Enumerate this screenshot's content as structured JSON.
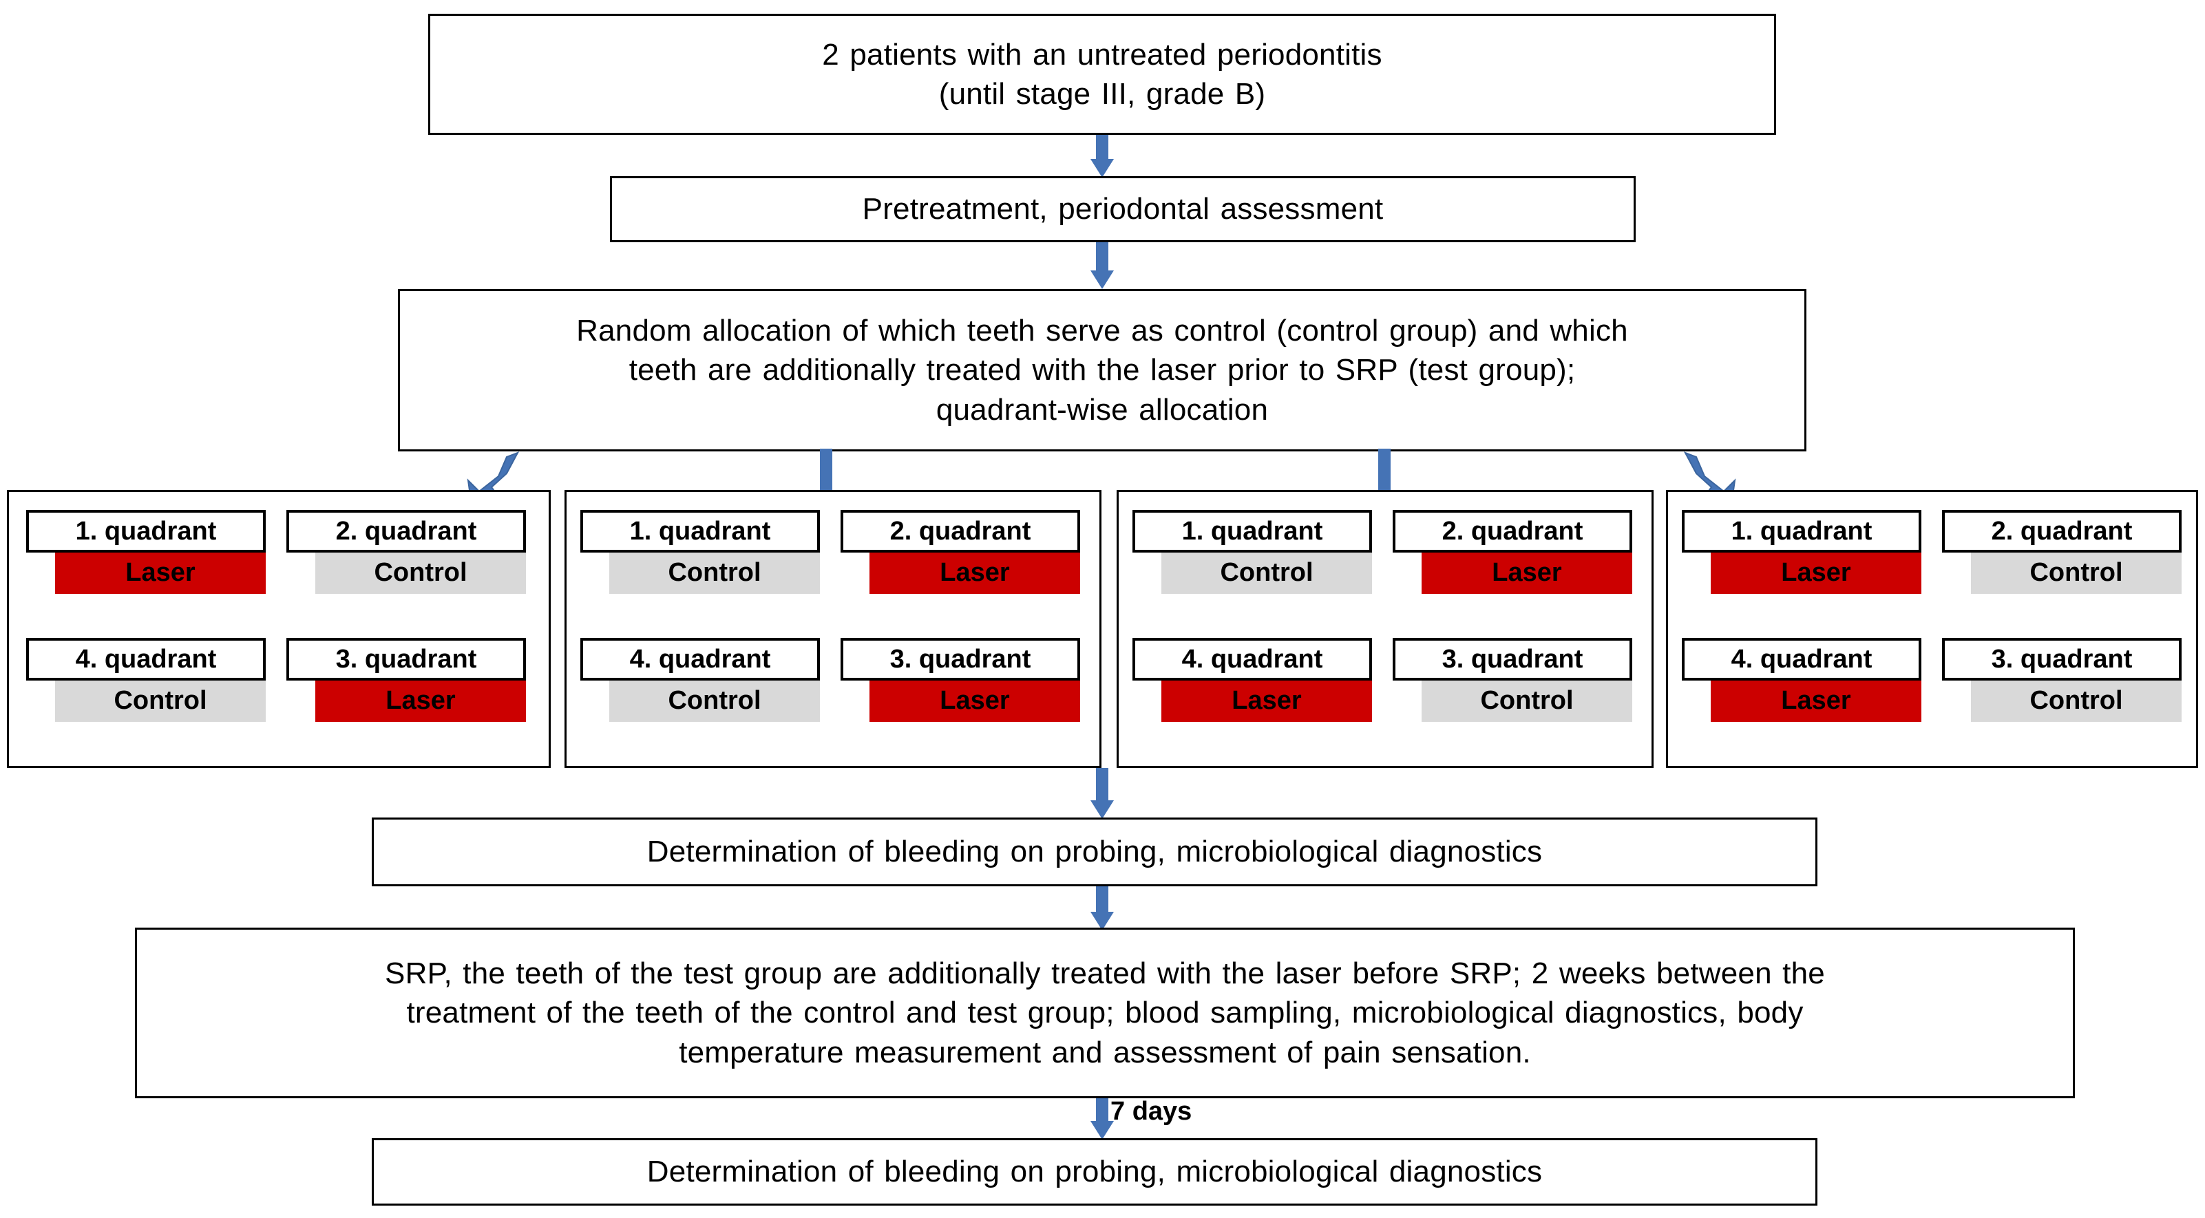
{
  "diagram": {
    "title": "Study flow chart: split-mouth quadrant-wise laser vs control periodontal treatment",
    "colors": {
      "laser": "#CC0000",
      "control": "#D9D9D9",
      "arrow": "#4573B5",
      "border": "#000000",
      "background": "#FFFFFF"
    },
    "steps": {
      "patients": {
        "line1": "2 patients with an untreated periodontitis",
        "line2": "(until stage III, grade B)"
      },
      "pretreatment": "Pretreatment, periodontal assessment",
      "randomization": {
        "line1": "Random allocation of which teeth serve as control (control group) and which",
        "line2": "teeth are additionally treated with the laser prior to SRP (test group);",
        "line3": "quadrant-wise allocation"
      },
      "bop_first": "Determination of bleeding on probing, microbiological diagnostics",
      "srp": {
        "line1": "SRP, the teeth of the test group are additionally treated with the laser before SRP; 2 weeks between the",
        "line2": "treatment of the teeth of the control and test group; blood sampling, microbiological diagnostics, body",
        "line3": "temperature measurement and assessment of pain sensation."
      },
      "interval_label": "7 days",
      "bop_second": "Determination of bleeding on probing, microbiological diagnostics"
    },
    "allocation_groups": [
      {
        "name": "allocation-pattern-1",
        "quadrants": [
          {
            "label": "1. quadrant",
            "assignment": "Laser",
            "type": "laser"
          },
          {
            "label": "2. quadrant",
            "assignment": "Control",
            "type": "control"
          },
          {
            "label": "4. quadrant",
            "assignment": "Control",
            "type": "control"
          },
          {
            "label": "3. quadrant",
            "assignment": "Laser",
            "type": "laser"
          }
        ]
      },
      {
        "name": "allocation-pattern-2",
        "quadrants": [
          {
            "label": "1. quadrant",
            "assignment": "Control",
            "type": "control"
          },
          {
            "label": "2. quadrant",
            "assignment": "Laser",
            "type": "laser"
          },
          {
            "label": "4. quadrant",
            "assignment": "Control",
            "type": "control"
          },
          {
            "label": "3. quadrant",
            "assignment": "Laser",
            "type": "laser"
          }
        ]
      },
      {
        "name": "allocation-pattern-3",
        "quadrants": [
          {
            "label": "1. quadrant",
            "assignment": "Control",
            "type": "control"
          },
          {
            "label": "2. quadrant",
            "assignment": "Laser",
            "type": "laser"
          },
          {
            "label": "4. quadrant",
            "assignment": "Laser",
            "type": "laser"
          },
          {
            "label": "3. quadrant",
            "assignment": "Control",
            "type": "control"
          }
        ]
      },
      {
        "name": "allocation-pattern-4",
        "quadrants": [
          {
            "label": "1. quadrant",
            "assignment": "Laser",
            "type": "laser"
          },
          {
            "label": "2. quadrant",
            "assignment": "Control",
            "type": "control"
          },
          {
            "label": "4. quadrant",
            "assignment": "Laser",
            "type": "laser"
          },
          {
            "label": "3. quadrant",
            "assignment": "Control",
            "type": "control"
          }
        ]
      }
    ]
  }
}
